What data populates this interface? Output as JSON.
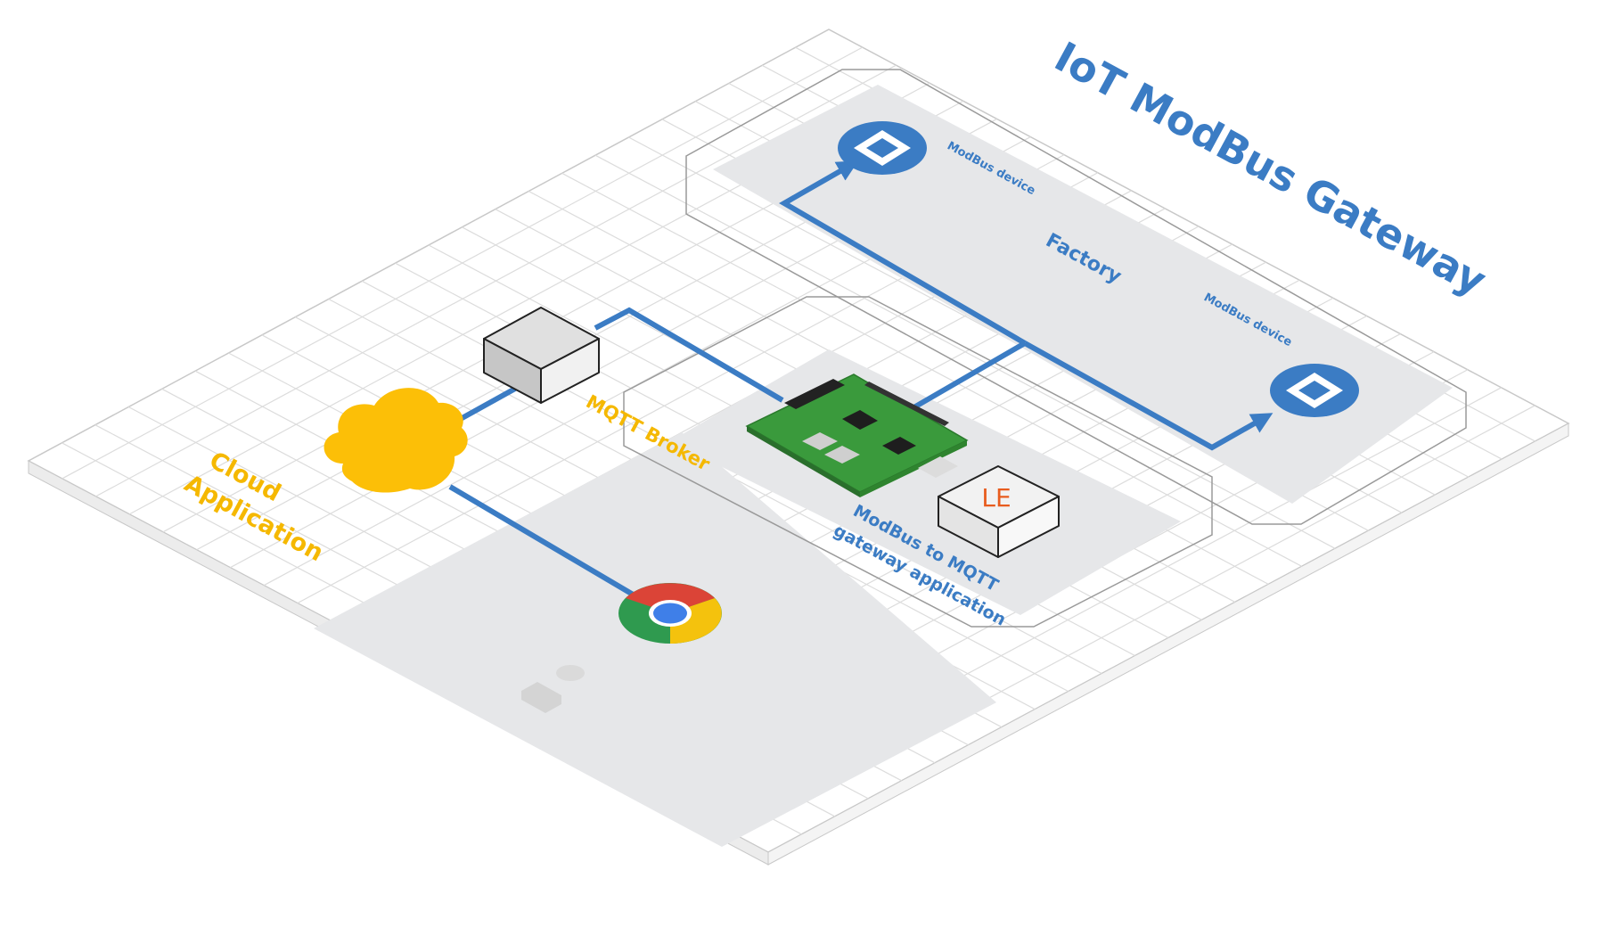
{
  "title": "IoT ModBus Gateway",
  "labels": {
    "cloud_application": [
      "Cloud",
      "Application"
    ],
    "mqtt_broker": "MQTT Broker",
    "gateway_app": [
      "ModBus to MQTT",
      "gateway application"
    ],
    "factory": "Factory",
    "modbus_device_1": "ModBus device",
    "modbus_device_2": "ModBus device",
    "le_box": "LE"
  },
  "icons": [
    "cloud-icon",
    "chrome-icon",
    "user-icon",
    "server-box-icon",
    "raspberry-pi-board-icon",
    "le-box-icon",
    "modbus-chip-icon"
  ],
  "colors": {
    "accent_blue": "#3b7cc4",
    "orange": "#f5b800",
    "grid": "#d9d9d9",
    "zone_fill": "#e6e7e9",
    "outline": "#9a9a9a",
    "pcb_green": "#3a9a3c"
  }
}
